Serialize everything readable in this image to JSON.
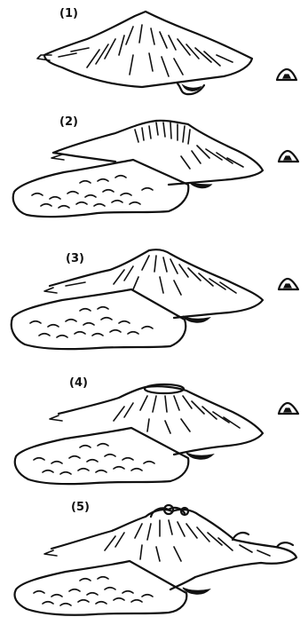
{
  "stages": [
    {
      "label": "(1)",
      "icon": "small-cone-icon"
    },
    {
      "label": "(2)",
      "icon": "small-cone-icon"
    },
    {
      "label": "(3)",
      "icon": "small-cone-icon"
    },
    {
      "label": "(4)",
      "icon": "small-cone-icon"
    },
    {
      "label": "(5)",
      "icon": ""
    }
  ]
}
